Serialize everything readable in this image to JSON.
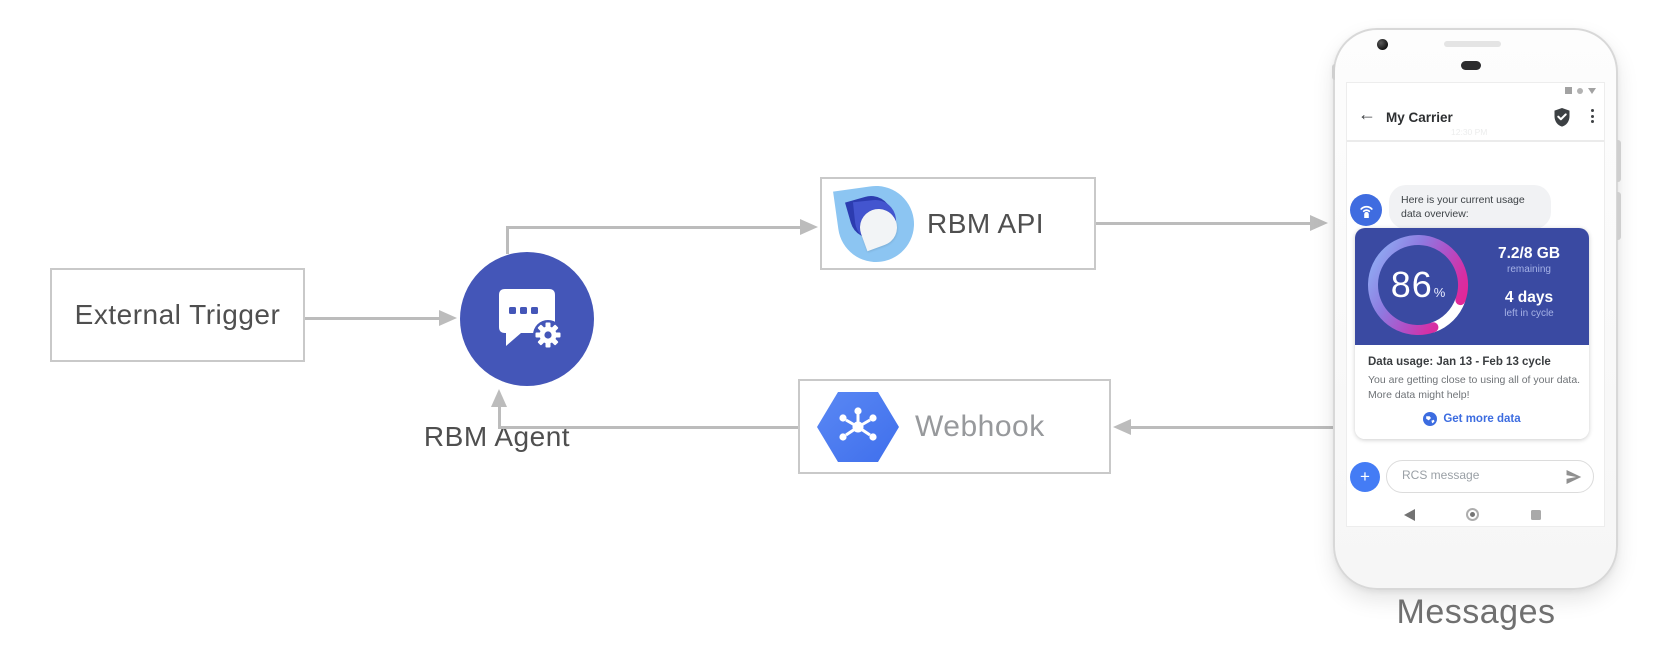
{
  "diagram": {
    "nodes": {
      "external_trigger": {
        "label": "External Trigger"
      },
      "rbm_agent": {
        "label": "RBM Agent",
        "icon": "chat-bubble-gear-icon",
        "color": "#4456b8"
      },
      "rbm_api": {
        "label": "RBM API",
        "icon": "rbm-drop-logo"
      },
      "webhook": {
        "label": "Webhook",
        "icon": "cloud-hexagon-hub-icon",
        "color": "#4d7df2"
      }
    },
    "flows": [
      {
        "from": "external_trigger",
        "to": "rbm_agent"
      },
      {
        "from": "rbm_agent",
        "to": "rbm_api"
      },
      {
        "from": "rbm_api",
        "to": "phone"
      },
      {
        "from": "phone",
        "to": "webhook"
      },
      {
        "from": "webhook",
        "to": "rbm_agent"
      }
    ],
    "caption": "Messages",
    "arrow_color": "#bcbcbc"
  },
  "phone": {
    "status_icons": [
      "square",
      "dot",
      "triangle-down"
    ],
    "header": {
      "back_icon": "←",
      "title": "My Carrier",
      "verified_badge": "shield-check-icon",
      "menu_icon": "kebab-menu",
      "faint_time": "12:30 PM"
    },
    "conversation": {
      "agent_avatar_icon": "antenna-wifi-icon",
      "bubble_lines": [
        "Here is your current usage",
        "data overview:"
      ]
    },
    "usage_card": {
      "gauge": {
        "percent": 86,
        "percent_text": "86",
        "percent_unit": "%"
      },
      "remaining_value": "7.2/8 GB",
      "remaining_label": "remaining",
      "days_value": "4 days",
      "days_label": "left in cycle",
      "usage_title": "Data usage: Jan 13 - Feb 13 cycle",
      "usage_body_lines": [
        "You are getting close to using all of your data.",
        "More data might help!"
      ],
      "action_icon": "globe-icon",
      "action_label": "Get more data"
    },
    "compose": {
      "plus_label": "+",
      "placeholder": "RCS message",
      "send_icon": "paper-plane-icon"
    },
    "nav_icons": [
      "back-triangle",
      "home-circle",
      "recents-square"
    ]
  },
  "colors": {
    "agent_indigo": "#4456b8",
    "card_indigo": "#3a4aa2",
    "avatar_blue": "#3f6ce0",
    "compose_blue": "#447cf5",
    "link_blue": "#3c6ce0",
    "gauge_gradient": [
      "#8fb8f8",
      "#8f7ae0",
      "#b14fc6",
      "#e82391"
    ],
    "arrow_gray": "#bcbcbc"
  }
}
